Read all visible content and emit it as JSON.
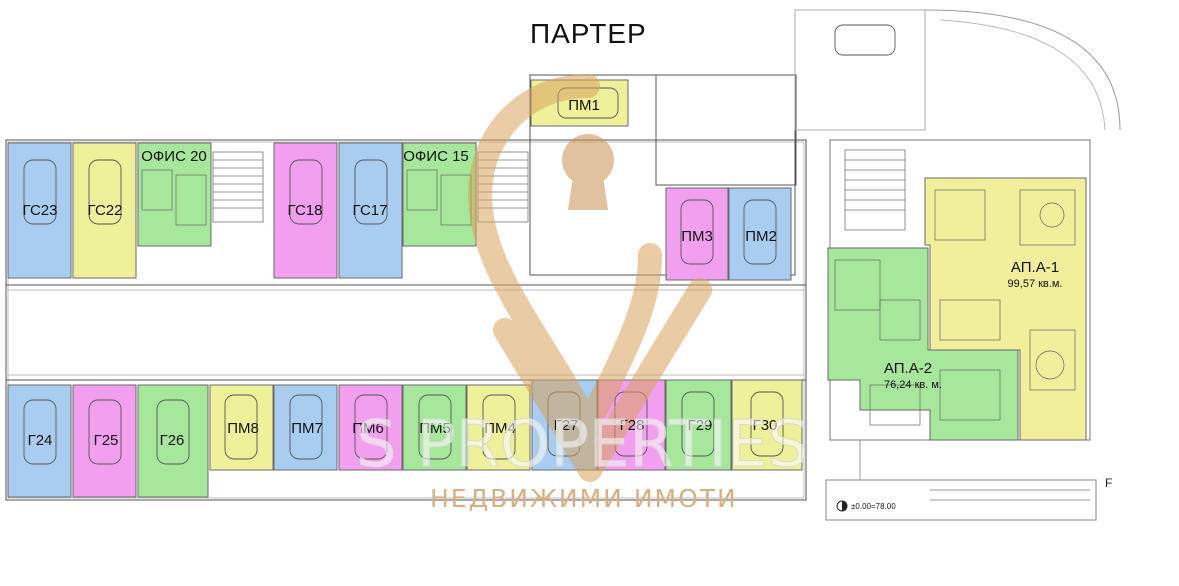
{
  "title": "ПАРТЕР",
  "units": {
    "gs23": "ГС23",
    "gs22": "ГС22",
    "office20": "ОФИС 20",
    "gs18": "ГС18",
    "gs17": "ГС17",
    "office15": "ОФИС 15",
    "pm1": "ПМ1",
    "pm3": "ПМ3",
    "pm2": "ПМ2",
    "g24": "Г24",
    "g25": "Г25",
    "g26": "Г26",
    "pm8": "ПМ8",
    "pm7": "ПМ7",
    "pm6": "ПМ6",
    "pm5": "ПМ5",
    "pm4": "ПМ4",
    "g27": "Г27",
    "g28": "Г28",
    "g29": "Г29",
    "g30": "Г30",
    "apA1": "АП.А-1",
    "apA1_area": "99,57 кв.м.",
    "apA2": "АП.А-2",
    "apA2_area": "76,24 кв. м."
  },
  "annotations": {
    "level": "±0.00=78.00",
    "grid_f": "F"
  },
  "watermark": {
    "brand": "S PROPERTIES",
    "tagline": "НЕДВИЖИМИ ИМОТИ"
  },
  "colors": {
    "blue": "#a9cdf0",
    "yellow": "#eef09a",
    "green": "#a6e79c",
    "pink": "#f39ff0",
    "apartment_yellow": "#f1ef9c",
    "watermark": "#d8a25e"
  }
}
